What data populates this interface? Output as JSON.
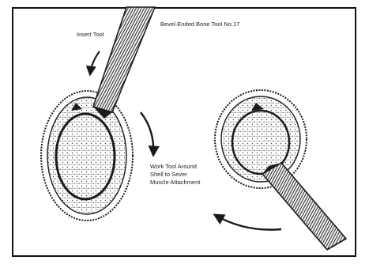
{
  "figure": {
    "title": "Bevel-Ended Bone Tool No.17",
    "step_insert": "Insert Tool",
    "step_work": [
      "Work Tool Around",
      "Shell to Sever",
      "Muscle Attachment"
    ]
  },
  "illustration": {
    "left_panel": {
      "elements": [
        "shell",
        "shell-interior",
        "bone-tool",
        "insert-arrow",
        "rotation-arrow"
      ]
    },
    "right_panel": {
      "elements": [
        "shell",
        "shell-interior",
        "bone-tool",
        "rotation-arrow"
      ]
    },
    "ink_color": "#1a1a1a",
    "background_color": "#ffffff"
  }
}
